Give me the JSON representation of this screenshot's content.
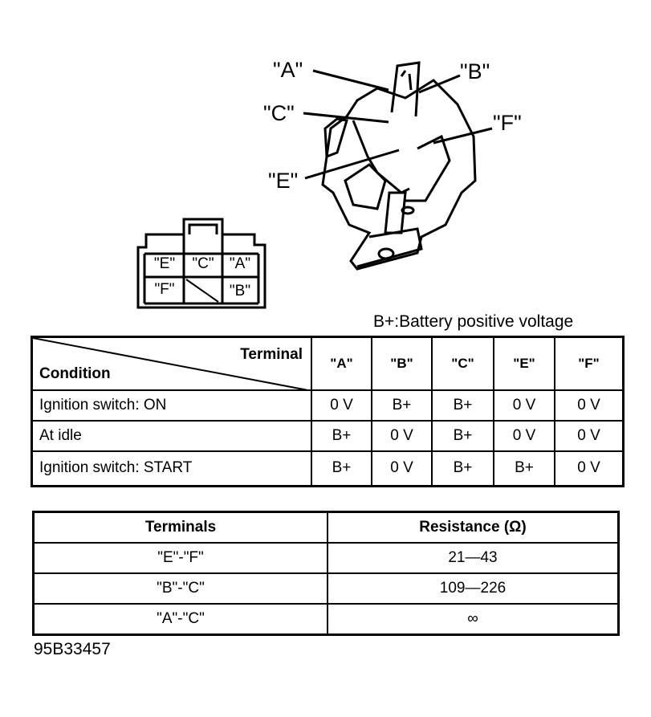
{
  "diagram": {
    "component_labels": [
      "\"A\"",
      "\"B\"",
      "\"C\"",
      "\"F\"",
      "\"E\""
    ],
    "connector_labels": {
      "E": "\"E\"",
      "C": "\"C\"",
      "A": "\"A\"",
      "F": "\"F\"",
      "B": "\"B\""
    }
  },
  "note": "B+:Battery positive voltage",
  "voltage_table": {
    "header_terminal": "Terminal",
    "header_condition": "Condition",
    "columns": [
      "\"A\"",
      "\"B\"",
      "\"C\"",
      "\"E\"",
      "\"F\""
    ],
    "rows": [
      {
        "condition": "Ignition switch: ON",
        "values": [
          "0 V",
          "B+",
          "B+",
          "0 V",
          "0 V"
        ]
      },
      {
        "condition": "At idle",
        "values": [
          "B+",
          "0 V",
          "B+",
          "0 V",
          "0 V"
        ]
      },
      {
        "condition": "Ignition switch: START",
        "values": [
          "B+",
          "0 V",
          "B+",
          "B+",
          "0 V"
        ]
      }
    ]
  },
  "resistance_table": {
    "headers": [
      "Terminals",
      "Resistance (Ω)"
    ],
    "rows": [
      {
        "terminals": "\"E\"-\"F\"",
        "resistance": "21—43"
      },
      {
        "terminals": "\"B\"-\"C\"",
        "resistance": "109—226"
      },
      {
        "terminals": "\"A\"-\"C\"",
        "resistance": "∞"
      }
    ]
  },
  "figure_id": "95B33457"
}
